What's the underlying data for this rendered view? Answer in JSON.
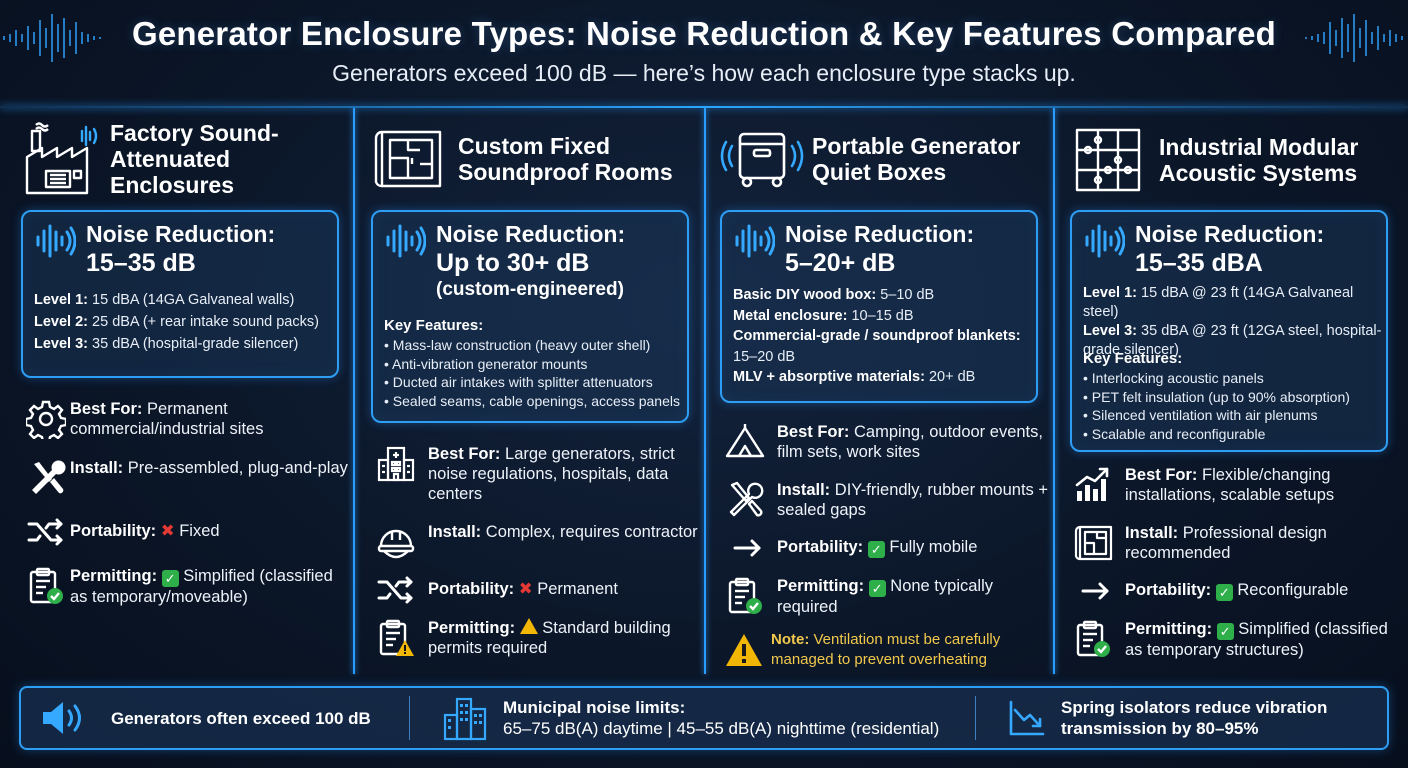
{
  "header": {
    "title": "Generator Enclosure Types: Noise Reduction & Key Features Compared",
    "subtitle": "Generators exceed 100 dB — here’s how each enclosure type stacks up."
  },
  "colors": {
    "accent": "#2e9ef5",
    "background": "#0b1628",
    "check": "#2eaf4a",
    "cross": "#e53935",
    "warning": "#f2b705"
  },
  "columns": [
    {
      "title": "Factory Sound-Attenuated Enclosures",
      "icon": "factory-icon",
      "noise_label": "Noise Reduction:",
      "noise_value": "15–35 dB",
      "levels": [
        {
          "label": "Level 1:",
          "value": "15 dBA (14GA Galvaneal walls)"
        },
        {
          "label": "Level 2:",
          "value": "25 dBA (+ rear intake sound packs)"
        },
        {
          "label": "Level 3:",
          "value": "35 dBA (hospital-grade silencer)"
        }
      ],
      "items": [
        {
          "icon": "gear-icon",
          "label": "Best For:",
          "value": "Permanent commercial/industrial sites"
        },
        {
          "icon": "wrench-screwdriver-icon",
          "label": "Install:",
          "value": "Pre-assembled, plug-and-play"
        },
        {
          "icon": "shuffle-icon",
          "label": "Portability:",
          "status": "cross",
          "value": "Fixed"
        },
        {
          "icon": "clipboard-check-icon",
          "label": "Permitting:",
          "status": "check",
          "value": "Simplified (classified as temporary/moveable)"
        }
      ]
    },
    {
      "title": "Custom Fixed Soundproof Rooms",
      "icon": "blueprint-icon",
      "noise_label": "Noise Reduction:",
      "noise_value": "Up to 30+ dB",
      "noise_note": "(custom-engineered)",
      "features_title": "Key Features:",
      "features": [
        "Mass-law construction (heavy outer shell)",
        "Anti-vibration generator mounts",
        "Ducted air intakes with splitter attenuators",
        "Sealed seams, cable openings, access panels"
      ],
      "items": [
        {
          "icon": "building-icon",
          "label": "Best For:",
          "value": "Large generators, strict noise regulations, hospitals, data centers"
        },
        {
          "icon": "hard-hat-icon",
          "label": "Install:",
          "value": "Complex, requires contractor"
        },
        {
          "icon": "shuffle-icon",
          "label": "Portability:",
          "status": "cross",
          "value": "Permanent"
        },
        {
          "icon": "clipboard-warning-icon",
          "label": "Permitting:",
          "status": "warning",
          "value": "Standard building permits required"
        }
      ]
    },
    {
      "title": "Portable Generator Quiet Boxes",
      "icon": "generator-box-icon",
      "noise_label": "Noise Reduction:",
      "noise_value": "5–20+ dB",
      "levels": [
        {
          "label": "Basic DIY wood box:",
          "value": "5–10 dB"
        },
        {
          "label": "Metal enclosure:",
          "value": "10–15 dB"
        },
        {
          "label": "Commercial-grade / soundproof blankets:",
          "value": "15–20 dB"
        },
        {
          "label": "MLV + absorptive materials:",
          "value": "20+ dB"
        }
      ],
      "items": [
        {
          "icon": "tent-icon",
          "label": "Best For:",
          "value": "Camping, outdoor events, film sets, work sites"
        },
        {
          "icon": "wrench-screwdriver-icon",
          "label": "Install:",
          "value": "DIY-friendly, rubber mounts + sealed gaps"
        },
        {
          "icon": "move-arrow-icon",
          "label": "Portability:",
          "status": "check",
          "value": "Fully mobile"
        },
        {
          "icon": "clipboard-check-icon",
          "label": "Permitting:",
          "status": "check",
          "value": "None typically required"
        }
      ],
      "note_label": "Note:",
      "note_value": "Ventilation must be carefully managed to prevent overheating"
    },
    {
      "title": "Industrial Modular Acoustic Systems",
      "icon": "puzzle-panels-icon",
      "noise_label": "Noise Reduction:",
      "noise_value": "15–35 dBA",
      "levels": [
        {
          "label": "Level 1:",
          "value": "15 dBA @ 23 ft (14GA Galvaneal steel)"
        },
        {
          "label": "Level 3:",
          "value": "35 dBA @ 23 ft (12GA steel, hospital-grade silencer)"
        }
      ],
      "features_title": "Key Features:",
      "features": [
        "Interlocking acoustic panels",
        "PET felt insulation (up to 90% absorption)",
        "Silenced ventilation with air plenums",
        "Scalable and reconfigurable"
      ],
      "items": [
        {
          "icon": "growth-chart-icon",
          "label": "Best For:",
          "value": "Flexible/changing installations, scalable setups"
        },
        {
          "icon": "floor-plan-icon",
          "label": "Install:",
          "value": "Professional design recommended"
        },
        {
          "icon": "move-arrow-icon",
          "label": "Portability:",
          "status": "check",
          "value": "Reconfigurable"
        },
        {
          "icon": "clipboard-check-icon",
          "label": "Permitting:",
          "status": "check",
          "value": "Simplified (classified as temporary structures)"
        }
      ]
    }
  ],
  "footer": [
    {
      "icon": "speaker-icon",
      "text": "Generators often exceed 100 dB"
    },
    {
      "icon": "city-icon",
      "title": "Municipal noise limits:",
      "text": "65–75 dB(A) daytime | 45–55 dB(A) nighttime (residential)"
    },
    {
      "icon": "trend-down-icon",
      "text": "Spring isolators reduce vibration transmission by 80–95%"
    }
  ]
}
